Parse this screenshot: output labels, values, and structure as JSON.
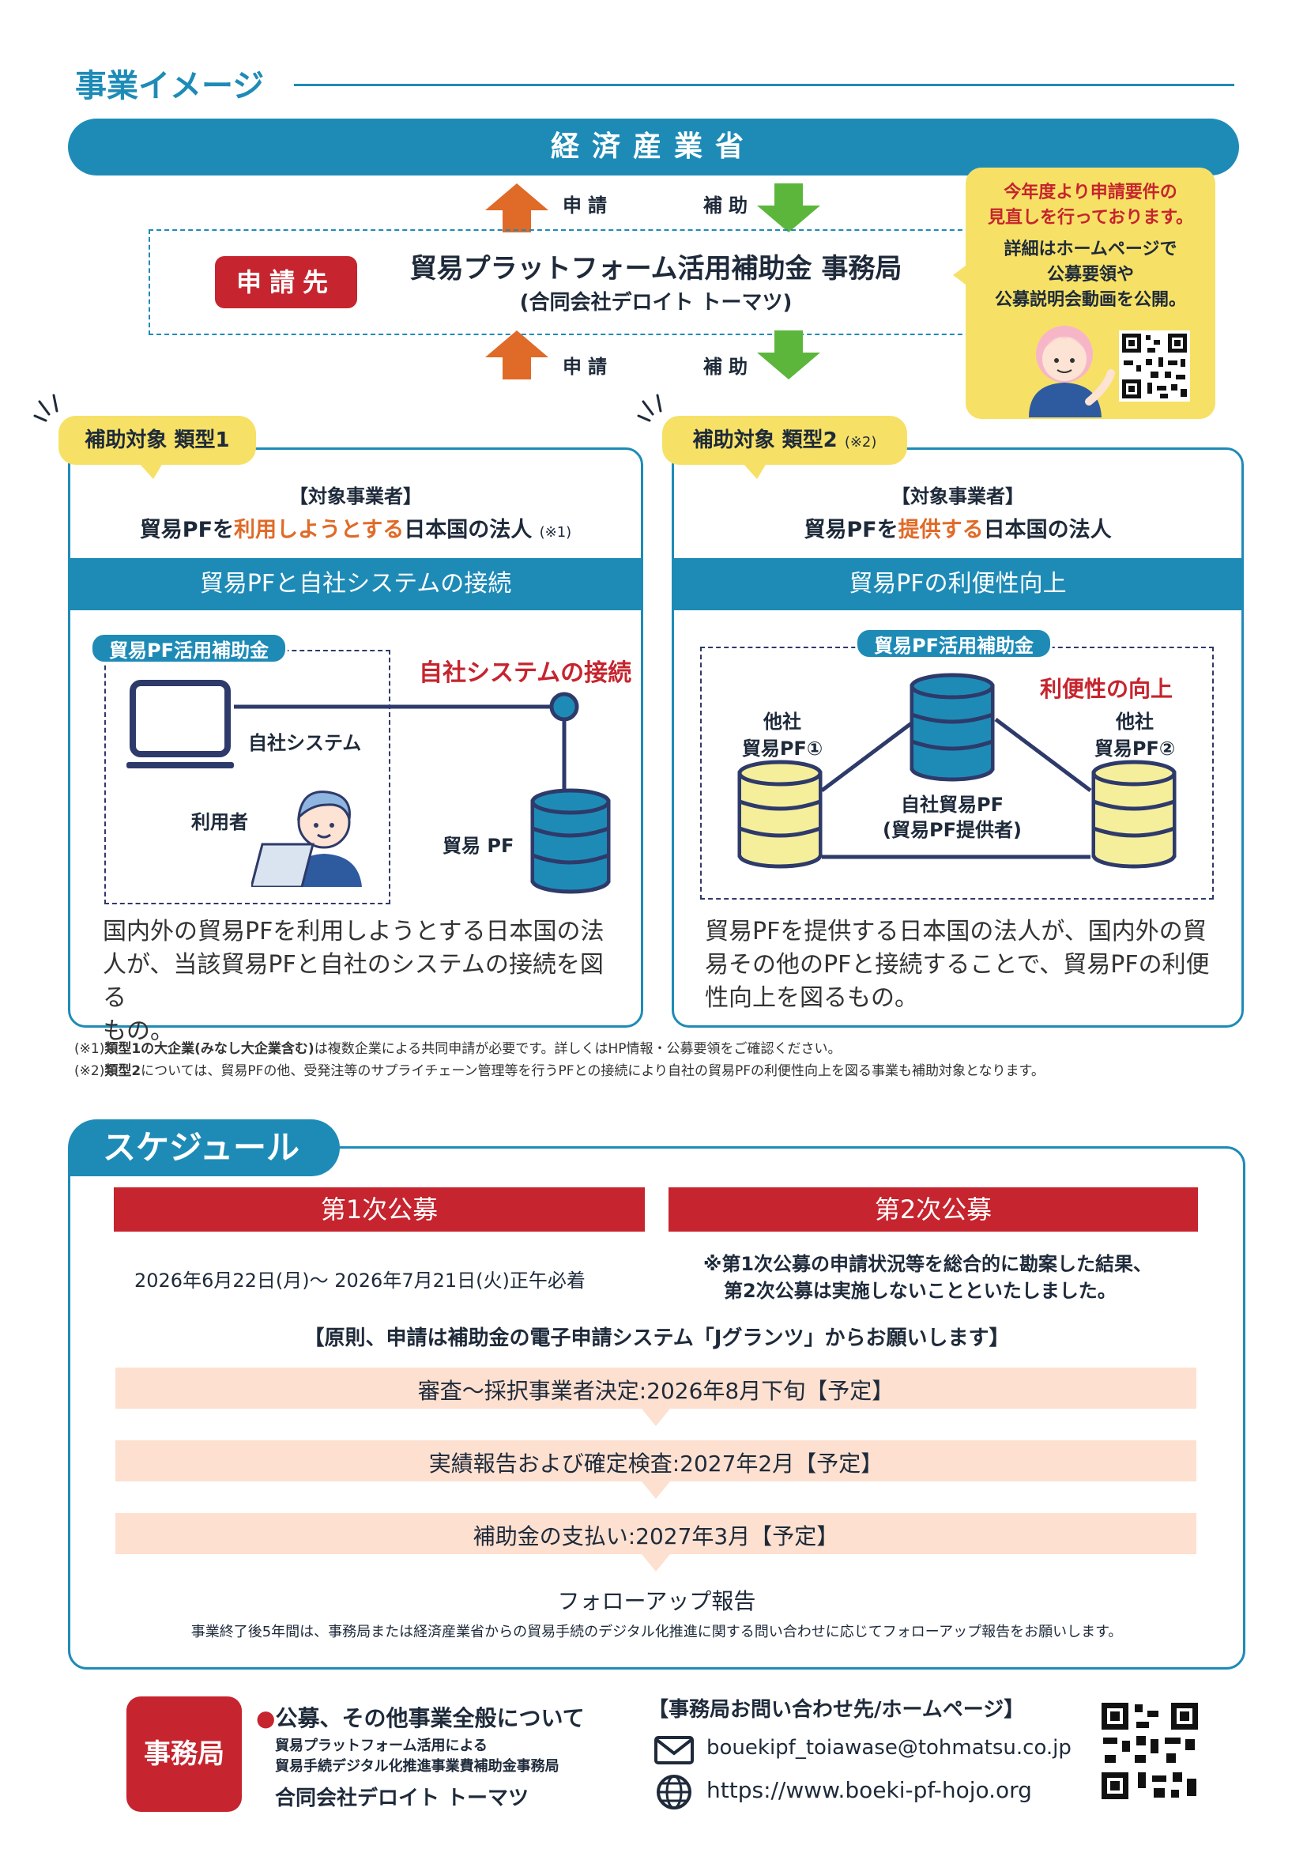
{
  "section_title": "事業イメージ",
  "ministry": "経済産業省",
  "flow": {
    "apply": "申請",
    "subsidy": "補助"
  },
  "applicant_label": "申請先",
  "office_name": "貿易プラットフォーム活用補助金 事務局",
  "office_company": "(合同会社デロイト トーマツ)",
  "notice": {
    "line1": "今年度より申請要件の",
    "line2": "見直しを行っております。",
    "line3": "詳細はホームページで",
    "line4": "公募要領や",
    "line5": "公募説明会動画を公開。"
  },
  "type1": {
    "tag": "補助対象 類型1",
    "target_label": "【対象事業者】",
    "target_pre": "貿易PFを",
    "target_highlight": "利用しようとする",
    "target_post": "日本国の法人",
    "target_note": "(※1)",
    "heading": "貿易PFと自社システムの接続",
    "pill": "貿易PF活用補助金",
    "red_label": "自社システムの接続",
    "own_system": "自社システム",
    "user": "利用者",
    "trade_pf": "貿易 PF",
    "desc1": "国内外の貿易PFを利用しようとする日本国の法",
    "desc2": "人が、当該貿易PFと自社のシステムの接続を図る",
    "desc3": "もの。"
  },
  "type2": {
    "tag": "補助対象 類型2",
    "tag_note": "(※2)",
    "target_label": "【対象事業者】",
    "target_pre": "貿易PFを",
    "target_highlight": "提供する",
    "target_post": "日本国の法人",
    "heading": "貿易PFの利便性向上",
    "pill": "貿易PF活用補助金",
    "red_label": "利便性の向上",
    "other1_a": "他社",
    "other1_b": "貿易PF①",
    "other2_a": "他社",
    "other2_b": "貿易PF②",
    "own_a": "自社貿易PF",
    "own_b": "(貿易PF提供者)",
    "desc1": "貿易PFを提供する日本国の法人が、国内外の貿",
    "desc2": "易その他のPFと接続することで、貿易PFの利便",
    "desc3": "性向上を図るもの。"
  },
  "notes": {
    "n1_prefix": "(※1)",
    "n1_bold": "類型1の大企業(みなし大企業含む)",
    "n1_rest": "は複数企業による共同申請が必要です。詳しくはHP情報・公募要領をご確認ください。",
    "n2_prefix": "(※2)",
    "n2_bold": "類型2",
    "n2_rest": "については、貿易PFの他、受発注等のサプライチェーン管理等を行うPFとの接続により自社の貿易PFの利便性向上を図る事業も補助対象となります。"
  },
  "schedule": {
    "title": "スケジュール",
    "round1": "第1次公募",
    "round2": "第2次公募",
    "round1_period": "2026年6月22日(月)〜 2026年7月21日(火)正午必着",
    "round2_note1": "※第1次公募の申請状況等を総合的に勘案した結果、",
    "round2_note2": "第2次公募は実施しないことといたしました。",
    "system_note": "【原則、申請は補助金の電子申請システム「Jグランツ」からお願いします】",
    "step1": "審査〜採択事業者決定:2026年8月下旬【予定】",
    "step2": "実績報告および確定検査:2027年2月【予定】",
    "step3": "補助金の支払い:2027年3月【予定】",
    "followup": "フォローアップ報告",
    "followup_note": "事業終了後5年間は、事務局または経済産業省からの貿易手続のデジタル化推進に関する問い合わせに応じてフォローアップ報告をお願いします。"
  },
  "footer": {
    "box": "事務局",
    "topic": "公募、その他事業全般について",
    "org1": "貿易プラットフォーム活用による",
    "org2": "貿易手続デジタル化推進事業費補助金事務局",
    "company": "合同会社デロイト トーマツ",
    "contact_title": "【事務局お問い合わせ先/ホームページ】",
    "email": "bouekipf_toiawase@tohmatsu.co.jp",
    "url": "https://www.boeki-pf-hojo.org"
  },
  "colors": {
    "teal": "#1e8bb7",
    "red": "#c6242e",
    "yellow": "#f6e166",
    "orange": "#e06a28",
    "green": "#5cb63c",
    "peach": "#fde0d0"
  }
}
